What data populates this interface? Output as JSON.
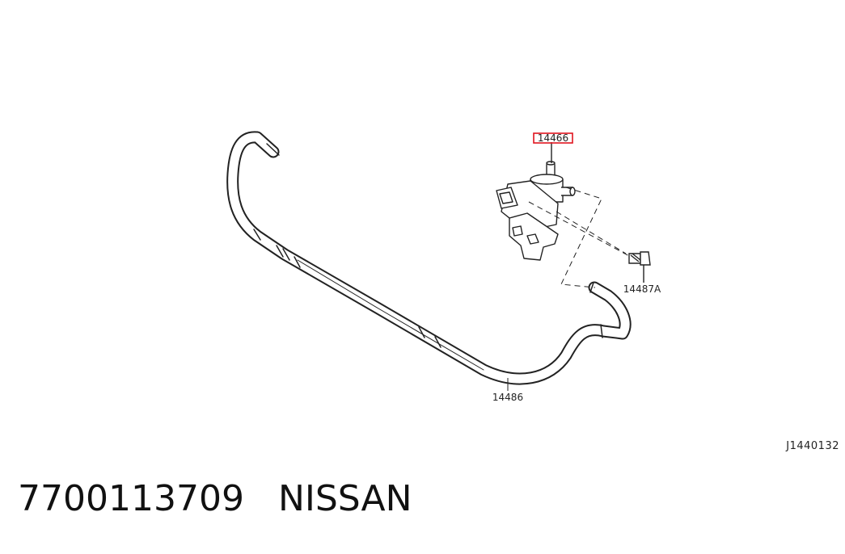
{
  "diagram": {
    "callouts": {
      "solenoid": "14466",
      "bolt": "14487A",
      "hose": "14486"
    },
    "reference_code": "J1440132",
    "highlight_color": "#e0141e",
    "line_color": "#222222"
  },
  "caption": {
    "part_number": "7700113709",
    "brand": "NISSAN"
  }
}
